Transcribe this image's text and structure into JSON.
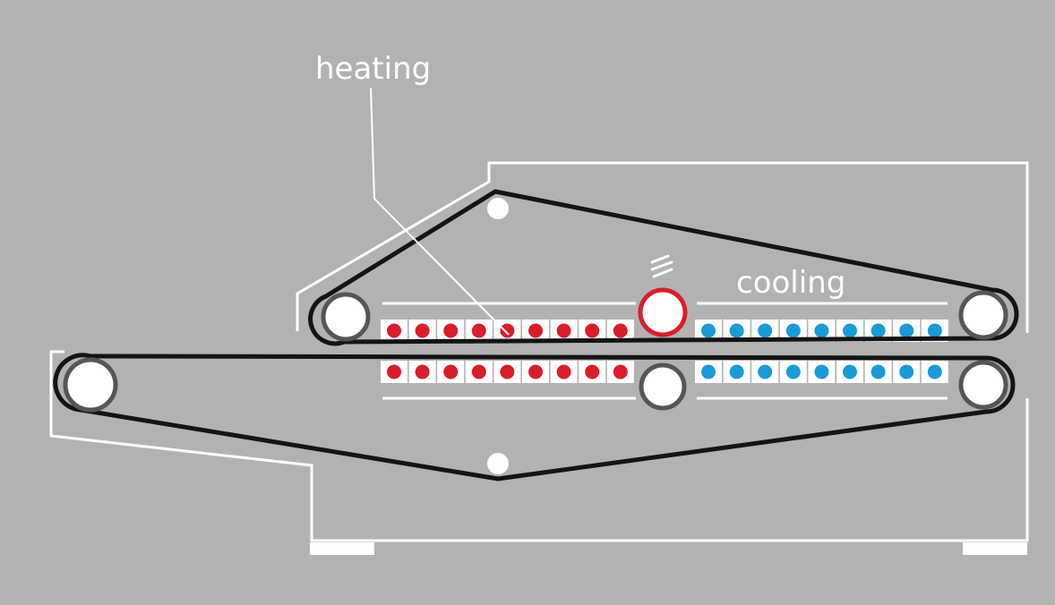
{
  "labels": {
    "heating": "heating",
    "cooling": "cooling"
  },
  "zones": {
    "heating": {
      "dot_color": "#d81e2a",
      "cells_per_row": 9
    },
    "cooling": {
      "dot_color": "#1a9ad6",
      "cells_per_row": 9
    }
  },
  "colors": {
    "background": "#b2b2b2",
    "frame_lines": "#ffffff",
    "belt": "#141414",
    "roller_fill": "#ffffff",
    "roller_rim": "#555555",
    "drive_roller_rim": "#d81e2a",
    "cell_fill": "#ffffff"
  },
  "icons": {
    "drive_indicator": "motion-lines-icon"
  }
}
